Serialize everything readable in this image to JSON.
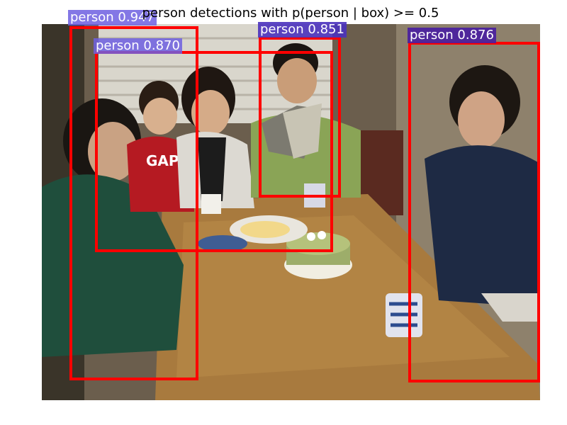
{
  "title": "person detections with p(person | box) >= 0.5",
  "colors": {
    "box": "#ff0000",
    "label_light": "#6d5fe0",
    "label_dark": "#4a1fa0"
  },
  "photo": {
    "description_icon": "dinner-table-photo"
  },
  "detections": [
    {
      "label": "person 0.947"
    },
    {
      "label": "person 0.870"
    },
    {
      "label": "person 0.851"
    },
    {
      "label": "person 0.876"
    }
  ]
}
